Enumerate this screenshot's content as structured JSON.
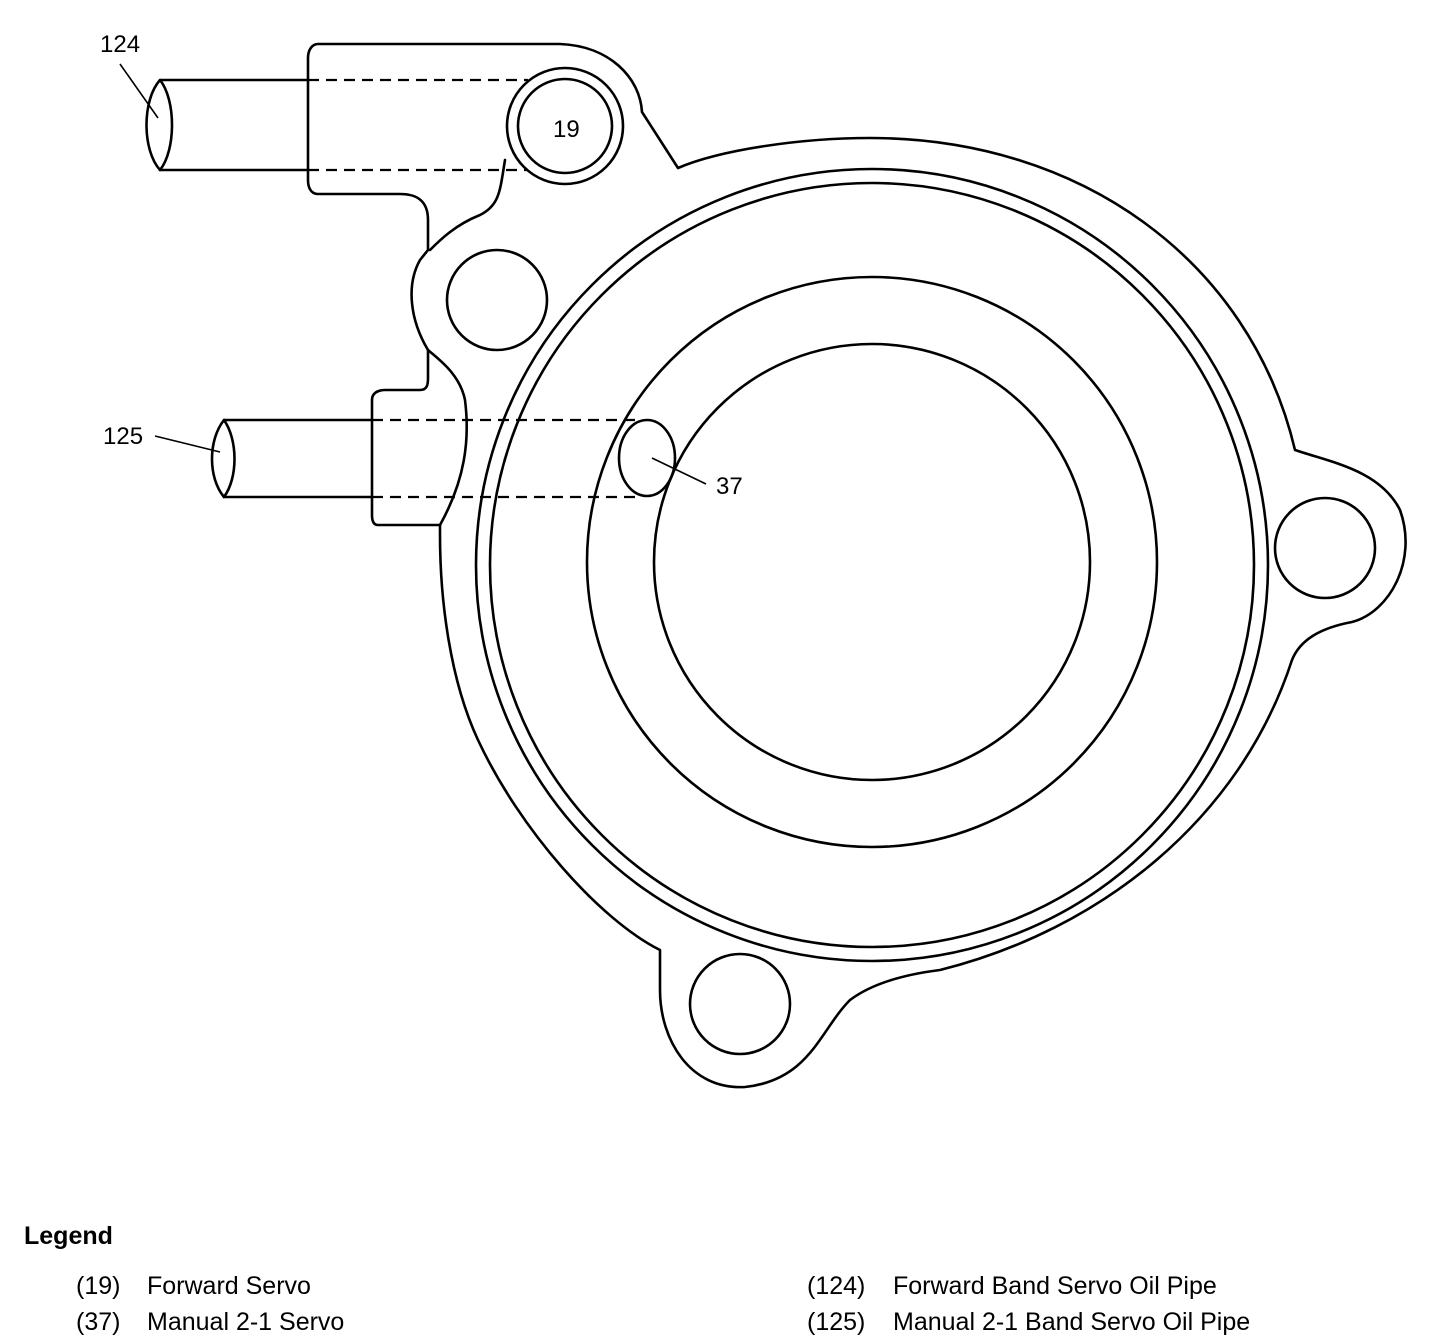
{
  "callouts": {
    "c124": "124",
    "c125": "125",
    "c19": "19",
    "c37": "37"
  },
  "legend": {
    "title": "Legend",
    "items": [
      {
        "num": "(19)",
        "text": "Forward Servo"
      },
      {
        "num": "(37)",
        "text": "Manual 2-1 Servo"
      },
      {
        "num": "(124)",
        "text": "Forward Band Servo Oil Pipe"
      },
      {
        "num": "(125)",
        "text": "Manual 2-1 Band Servo Oil Pipe"
      }
    ]
  }
}
